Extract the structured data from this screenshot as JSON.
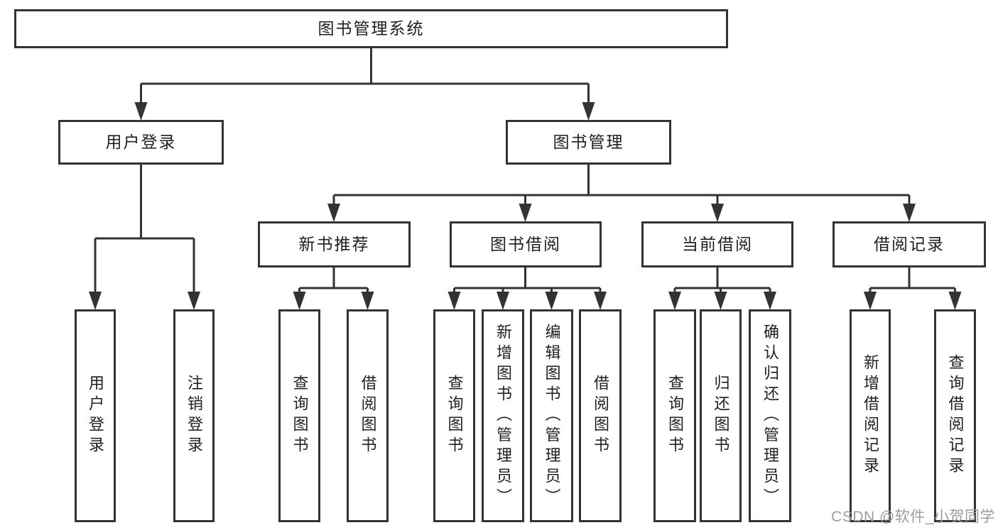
{
  "colors": {
    "line": "#333333",
    "text": "#1f1f1f",
    "watermark": "#9c9c9c",
    "background": "#ffffff"
  },
  "watermark": "CSDN @软件_小贺同学",
  "tree": {
    "label": "图书管理系统",
    "children": [
      {
        "label": "用户登录",
        "children": [
          {
            "label": "用户登录"
          },
          {
            "label": "注销登录"
          }
        ]
      },
      {
        "label": "图书管理",
        "children": [
          {
            "label": "新书推荐",
            "children": [
              {
                "label": "查询图书"
              },
              {
                "label": "借阅图书"
              }
            ]
          },
          {
            "label": "图书借阅",
            "children": [
              {
                "label": "查询图书"
              },
              {
                "label": "新增图书（管理员）"
              },
              {
                "label": "编辑图书（管理员）"
              },
              {
                "label": "借阅图书"
              }
            ]
          },
          {
            "label": "当前借阅",
            "children": [
              {
                "label": "查询图书"
              },
              {
                "label": "归还图书"
              },
              {
                "label": "确认归还（管理员）"
              }
            ]
          },
          {
            "label": "借阅记录",
            "children": [
              {
                "label": "新增借阅记录"
              },
              {
                "label": "查询借阅记录"
              }
            ]
          }
        ]
      }
    ]
  }
}
